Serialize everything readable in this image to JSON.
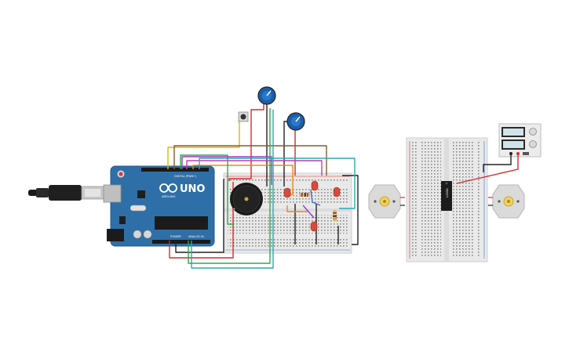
{
  "arduino": {
    "logo": "UNO",
    "brand": "ARDUINO",
    "header_digital": "DIGITAL (PWM~)",
    "header_power": "POWER",
    "header_analog": "ANALOG IN"
  },
  "motor_driver": {
    "label": "L293D"
  },
  "power_supply": {
    "voltage": "",
    "current": ""
  },
  "colors": {
    "board": "#2f6fa8",
    "breadboard": "#e9e9e9",
    "wire_red": "#d62a2a",
    "wire_black": "#222222",
    "wire_yellow": "#e3b30a",
    "wire_orange": "#e8891a",
    "wire_green": "#2fa84a",
    "wire_purple": "#9b3ac9",
    "wire_brown": "#8a5a2b",
    "wire_teal": "#2aa9b3",
    "wire_magenta": "#c93aa9"
  },
  "icons": [
    "usb-cable-icon",
    "potentiometer-icon",
    "pushbutton-icon",
    "buzzer-icon",
    "led-icon",
    "resistor-icon",
    "dc-motor-icon",
    "power-supply-icon",
    "ic-chip-icon"
  ]
}
